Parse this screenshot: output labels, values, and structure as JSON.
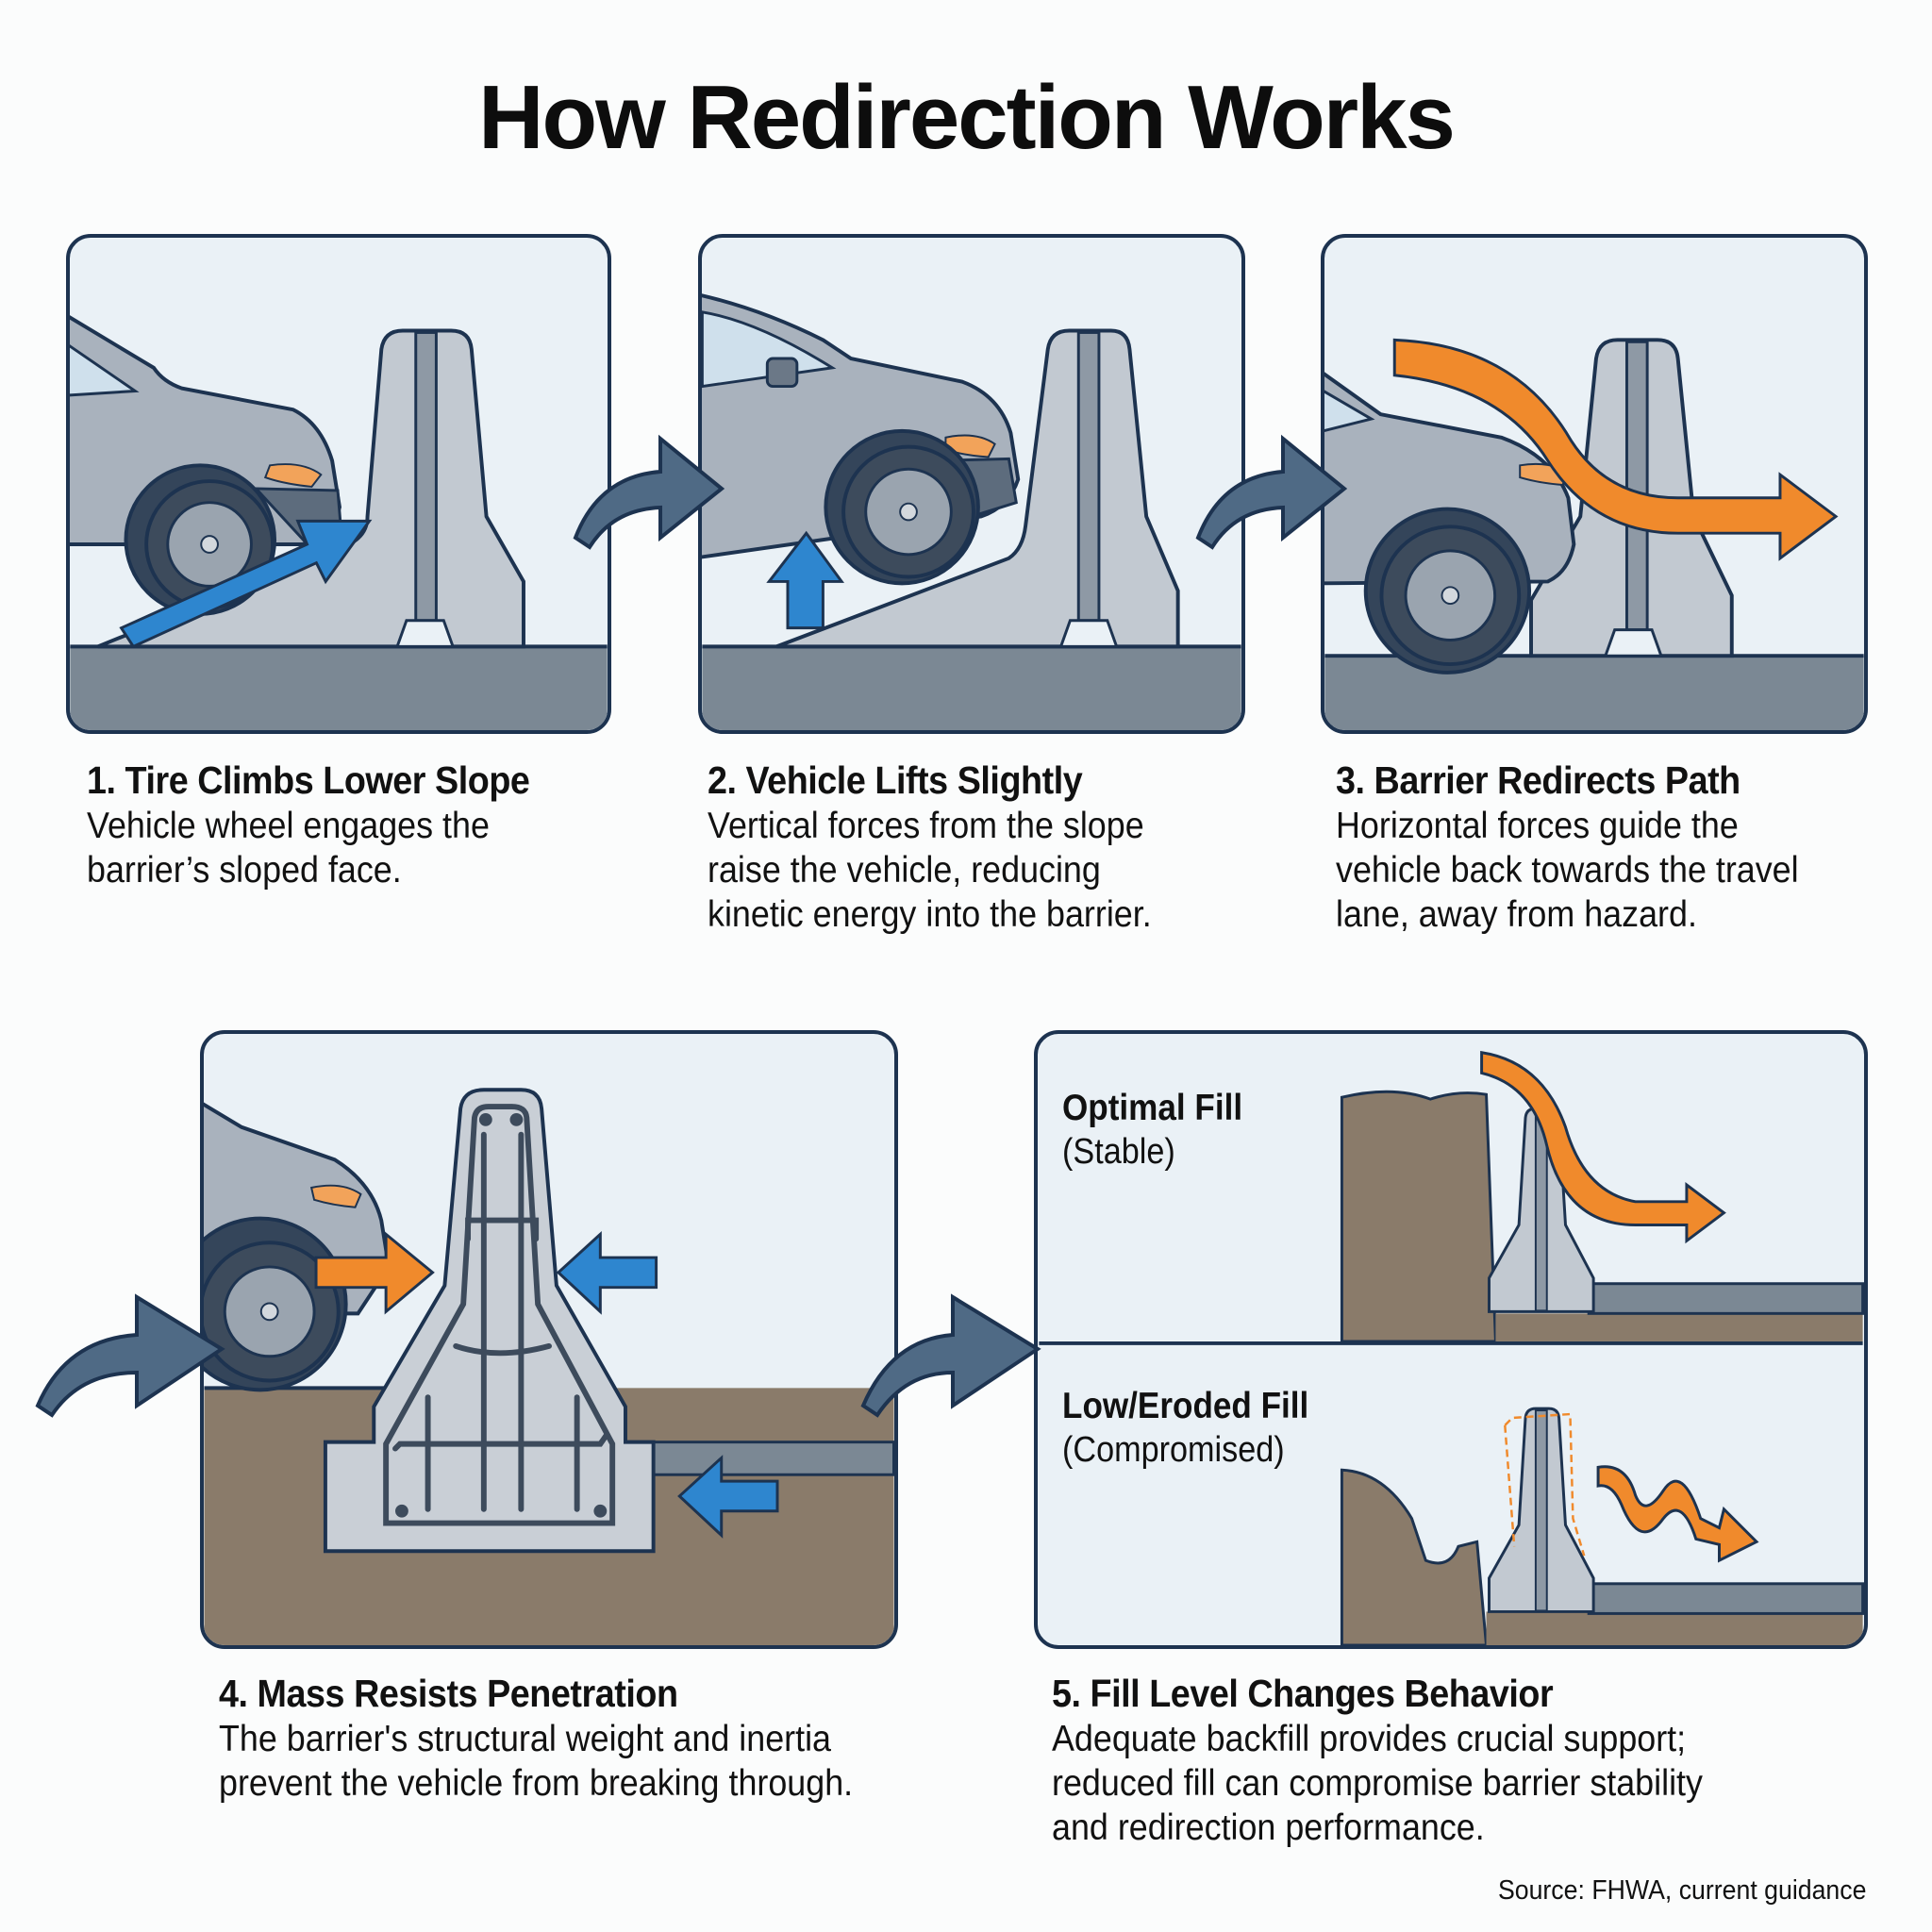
{
  "title": "How Redirection Works",
  "colors": {
    "outline": "#1d3350",
    "panel_bg": "#eaf1f6",
    "road": "#7b8894",
    "barrier": "#c2c9d1",
    "barrier_groove": "#8e99a5",
    "car_body": "#a9b2bd",
    "tire": "#3d4b5c",
    "force_blue": "#2e86cf",
    "redirect_orange": "#f08a2c",
    "soil": "#8a7b6a",
    "flow_arrow": "#4f6a85"
  },
  "steps": [
    {
      "number": "1.",
      "heading": "1. Tire Climbs Lower Slope",
      "lines": [
        "Vehicle wheel engages the",
        "barrier’s sloped face."
      ]
    },
    {
      "number": "2.",
      "heading": "2. Vehicle Lifts Slightly",
      "lines": [
        "Vertical forces from the slope",
        "raise the vehicle, reducing",
        "kinetic energy into the barrier."
      ]
    },
    {
      "number": "3.",
      "heading": "3. Barrier Redirects Path",
      "lines": [
        "Horizontal forces guide the",
        "vehicle back towards the travel",
        "lane, away from hazard."
      ]
    },
    {
      "number": "4.",
      "heading": "4. Mass Resists Penetration",
      "lines": [
        "The barrier's structural weight and inertia",
        "prevent the vehicle from breaking through."
      ]
    },
    {
      "number": "5.",
      "heading": "5. Fill Level Changes Behavior",
      "lines": [
        "Adequate backfill provides crucial support;",
        "reduced fill can compromise barrier stability",
        "and redirection performance."
      ]
    }
  ],
  "fill_comparison": {
    "optimal": {
      "label": "Optimal Fill",
      "status": "(Stable)"
    },
    "eroded": {
      "label": "Low/Eroded Fill",
      "status": "(Compromised)"
    }
  },
  "source": "Source: FHWA, current guidance"
}
